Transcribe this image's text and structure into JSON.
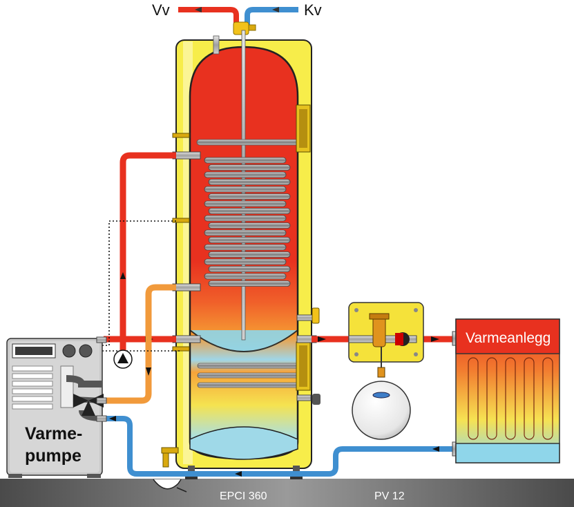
{
  "labels": {
    "hot_water": "Vv",
    "cold_water": "Kv",
    "heat_pump_line1": "Varme-",
    "heat_pump_line2": "pumpe",
    "heating_system": "Varmeanlegg",
    "tank_model": "EPCI 360",
    "pump_model": "PV 12"
  },
  "colors": {
    "hot": "#e8311f",
    "cold": "#3f8fd0",
    "warm": "#f19a3b",
    "tank_shell": "#f7ed4a",
    "floor": "#6a6a6a"
  },
  "icons": [
    "circulation-pump-icon",
    "three-way-valve-icon",
    "expansion-vessel-icon",
    "mixing-valve-icon",
    "flow-arrow-icon"
  ]
}
